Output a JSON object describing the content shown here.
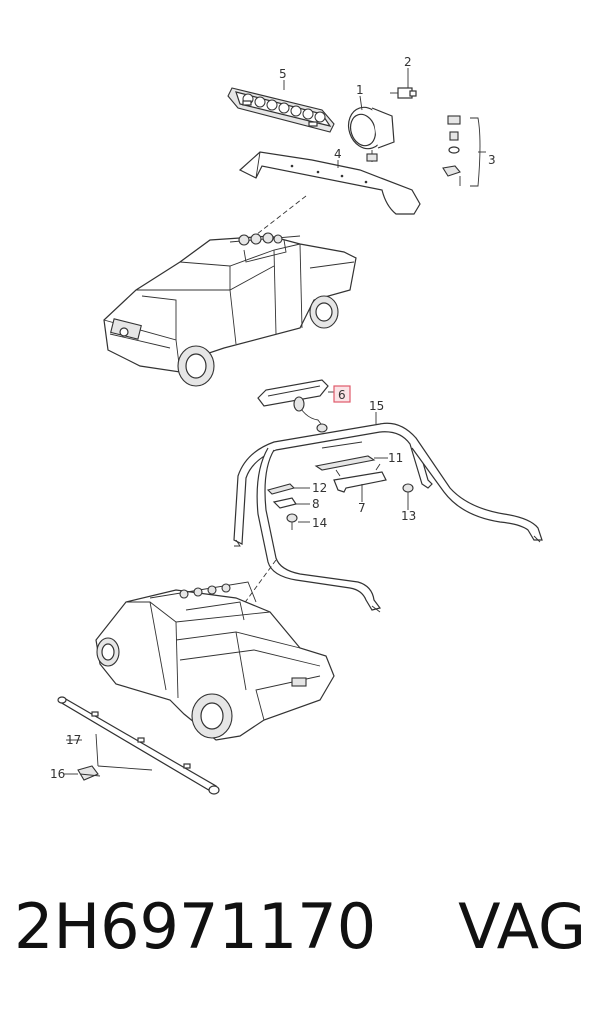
{
  "callouts": {
    "c1": "1",
    "c2": "2",
    "c3": "3",
    "c4": "4",
    "c5": "5",
    "c6": "6",
    "c7": "7",
    "c8": "8",
    "c11": "11",
    "c12": "12",
    "c13": "13",
    "c14": "14",
    "c15": "15",
    "c16": "16",
    "c17": "17"
  },
  "highlight_color": "#e05a6a",
  "footer": {
    "part_number": "2H6971170",
    "brand": "VAG"
  }
}
